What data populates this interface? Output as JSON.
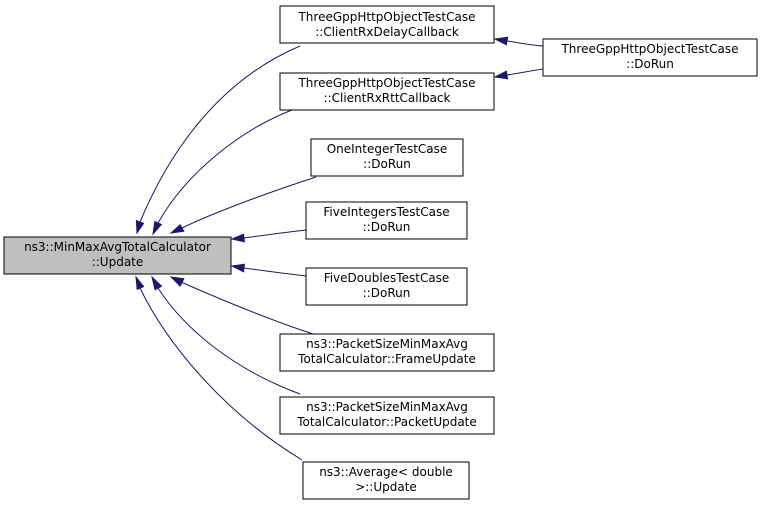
{
  "diagram": {
    "colors": {
      "edge": "#191970",
      "root_fill": "#bfbfbf",
      "node_fill": "#ffffff",
      "node_border": "#000000"
    },
    "nodes": {
      "root": {
        "line1": "ns3::MinMaxAvgTotalCalculator",
        "line2": "::Update"
      },
      "rx_delay": {
        "line1": "ThreeGppHttpObjectTestCase",
        "line2": "::ClientRxDelayCallback"
      },
      "rx_rtt": {
        "line1": "ThreeGppHttpObjectTestCase",
        "line2": "::ClientRxRttCallback"
      },
      "dorun_http": {
        "line1": "ThreeGppHttpObjectTestCase",
        "line2": "::DoRun"
      },
      "one_integer": {
        "line1": "OneIntegerTestCase",
        "line2": "::DoRun"
      },
      "five_integers": {
        "line1": "FiveIntegersTestCase",
        "line2": "::DoRun"
      },
      "five_doubles": {
        "line1": "FiveDoublesTestCase",
        "line2": "::DoRun"
      },
      "frame_update": {
        "line1": "ns3::PacketSizeMinMaxAvg",
        "line2": "TotalCalculator::FrameUpdate"
      },
      "packet_update": {
        "line1": "ns3::PacketSizeMinMaxAvg",
        "line2": "TotalCalculator::PacketUpdate"
      },
      "average_update": {
        "line1": "ns3::Average< double",
        "line2": ">::Update"
      }
    },
    "edges": [
      {
        "from": "rx_delay",
        "to": "root"
      },
      {
        "from": "rx_rtt",
        "to": "root"
      },
      {
        "from": "one_integer",
        "to": "root"
      },
      {
        "from": "five_integers",
        "to": "root"
      },
      {
        "from": "five_doubles",
        "to": "root"
      },
      {
        "from": "frame_update",
        "to": "root"
      },
      {
        "from": "packet_update",
        "to": "root"
      },
      {
        "from": "average_update",
        "to": "root"
      },
      {
        "from": "dorun_http",
        "to": "rx_delay"
      },
      {
        "from": "dorun_http",
        "to": "rx_rtt"
      }
    ]
  }
}
